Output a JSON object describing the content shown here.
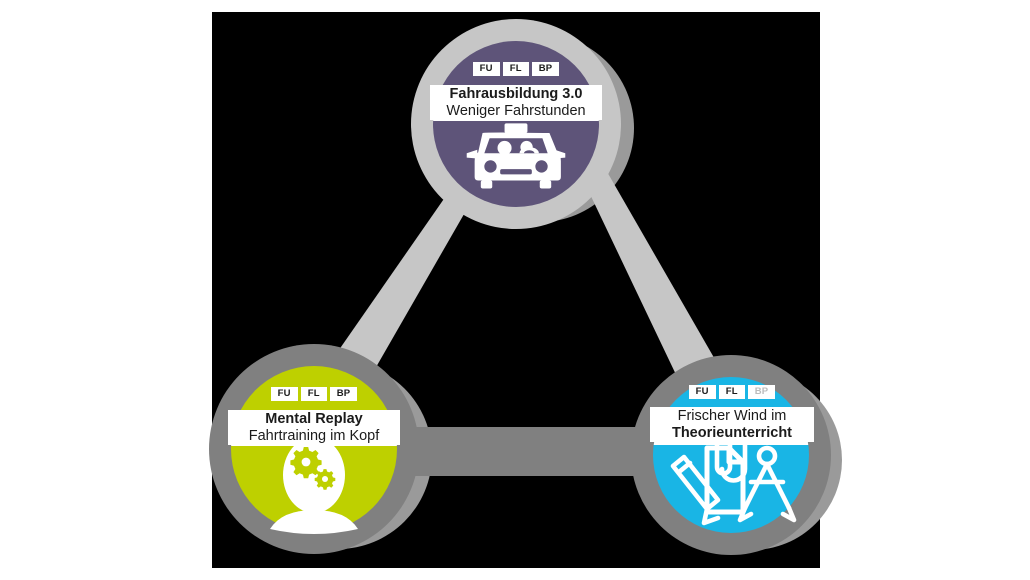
{
  "page": {
    "title": "Fahrausbildung 3.0 Dreieck-Diagramm",
    "background_color": "#ffffff",
    "panel_color": "#000000"
  },
  "palette": {
    "purple": "#5E5479",
    "green": "#BED000",
    "blue": "#19B5E5",
    "ring_light": "#C6C6C6",
    "ring_dark": "#808080",
    "connector_light": "#C6C6C6",
    "connector_dark": "#808080",
    "shadow": "#9A9A9A",
    "white": "#FFFFFF",
    "text_dark": "#1B1B1B",
    "text_muted": "#BCBCBC"
  },
  "nodes": [
    {
      "id": "fahrausbildung",
      "color": "#5E5479",
      "ring_color": "#C6C6C6",
      "tags": [
        {
          "label": "FU",
          "active": true
        },
        {
          "label": "FL",
          "active": true
        },
        {
          "label": "BP",
          "active": true
        }
      ],
      "title": "Fahrausbildung 3.0",
      "subtitle": "Weniger Fahrstunden",
      "icon": "driving-school-car-icon"
    },
    {
      "id": "mental-replay",
      "color": "#BED000",
      "ring_color": "#808080",
      "tags": [
        {
          "label": "FU",
          "active": true
        },
        {
          "label": "FL",
          "active": true
        },
        {
          "label": "BP",
          "active": true
        }
      ],
      "title": "Mental Replay",
      "subtitle": "Fahrtraining im Kopf",
      "icon": "head-with-gears-icon"
    },
    {
      "id": "theorieunterricht",
      "color": "#19B5E5",
      "ring_color": "#808080",
      "tags": [
        {
          "label": "FU",
          "active": true
        },
        {
          "label": "FL",
          "active": true
        },
        {
          "label": "BP",
          "active": false
        }
      ],
      "title": "Frischer Wind im",
      "subtitle": "Theorieunterricht",
      "icon": "document-pencil-compass-icon"
    }
  ],
  "connectors": [
    {
      "id": "top-to-left",
      "color": "#C6C6C6"
    },
    {
      "id": "top-to-right",
      "color": "#C6C6C6"
    },
    {
      "id": "left-to-right",
      "color": "#808080"
    }
  ]
}
